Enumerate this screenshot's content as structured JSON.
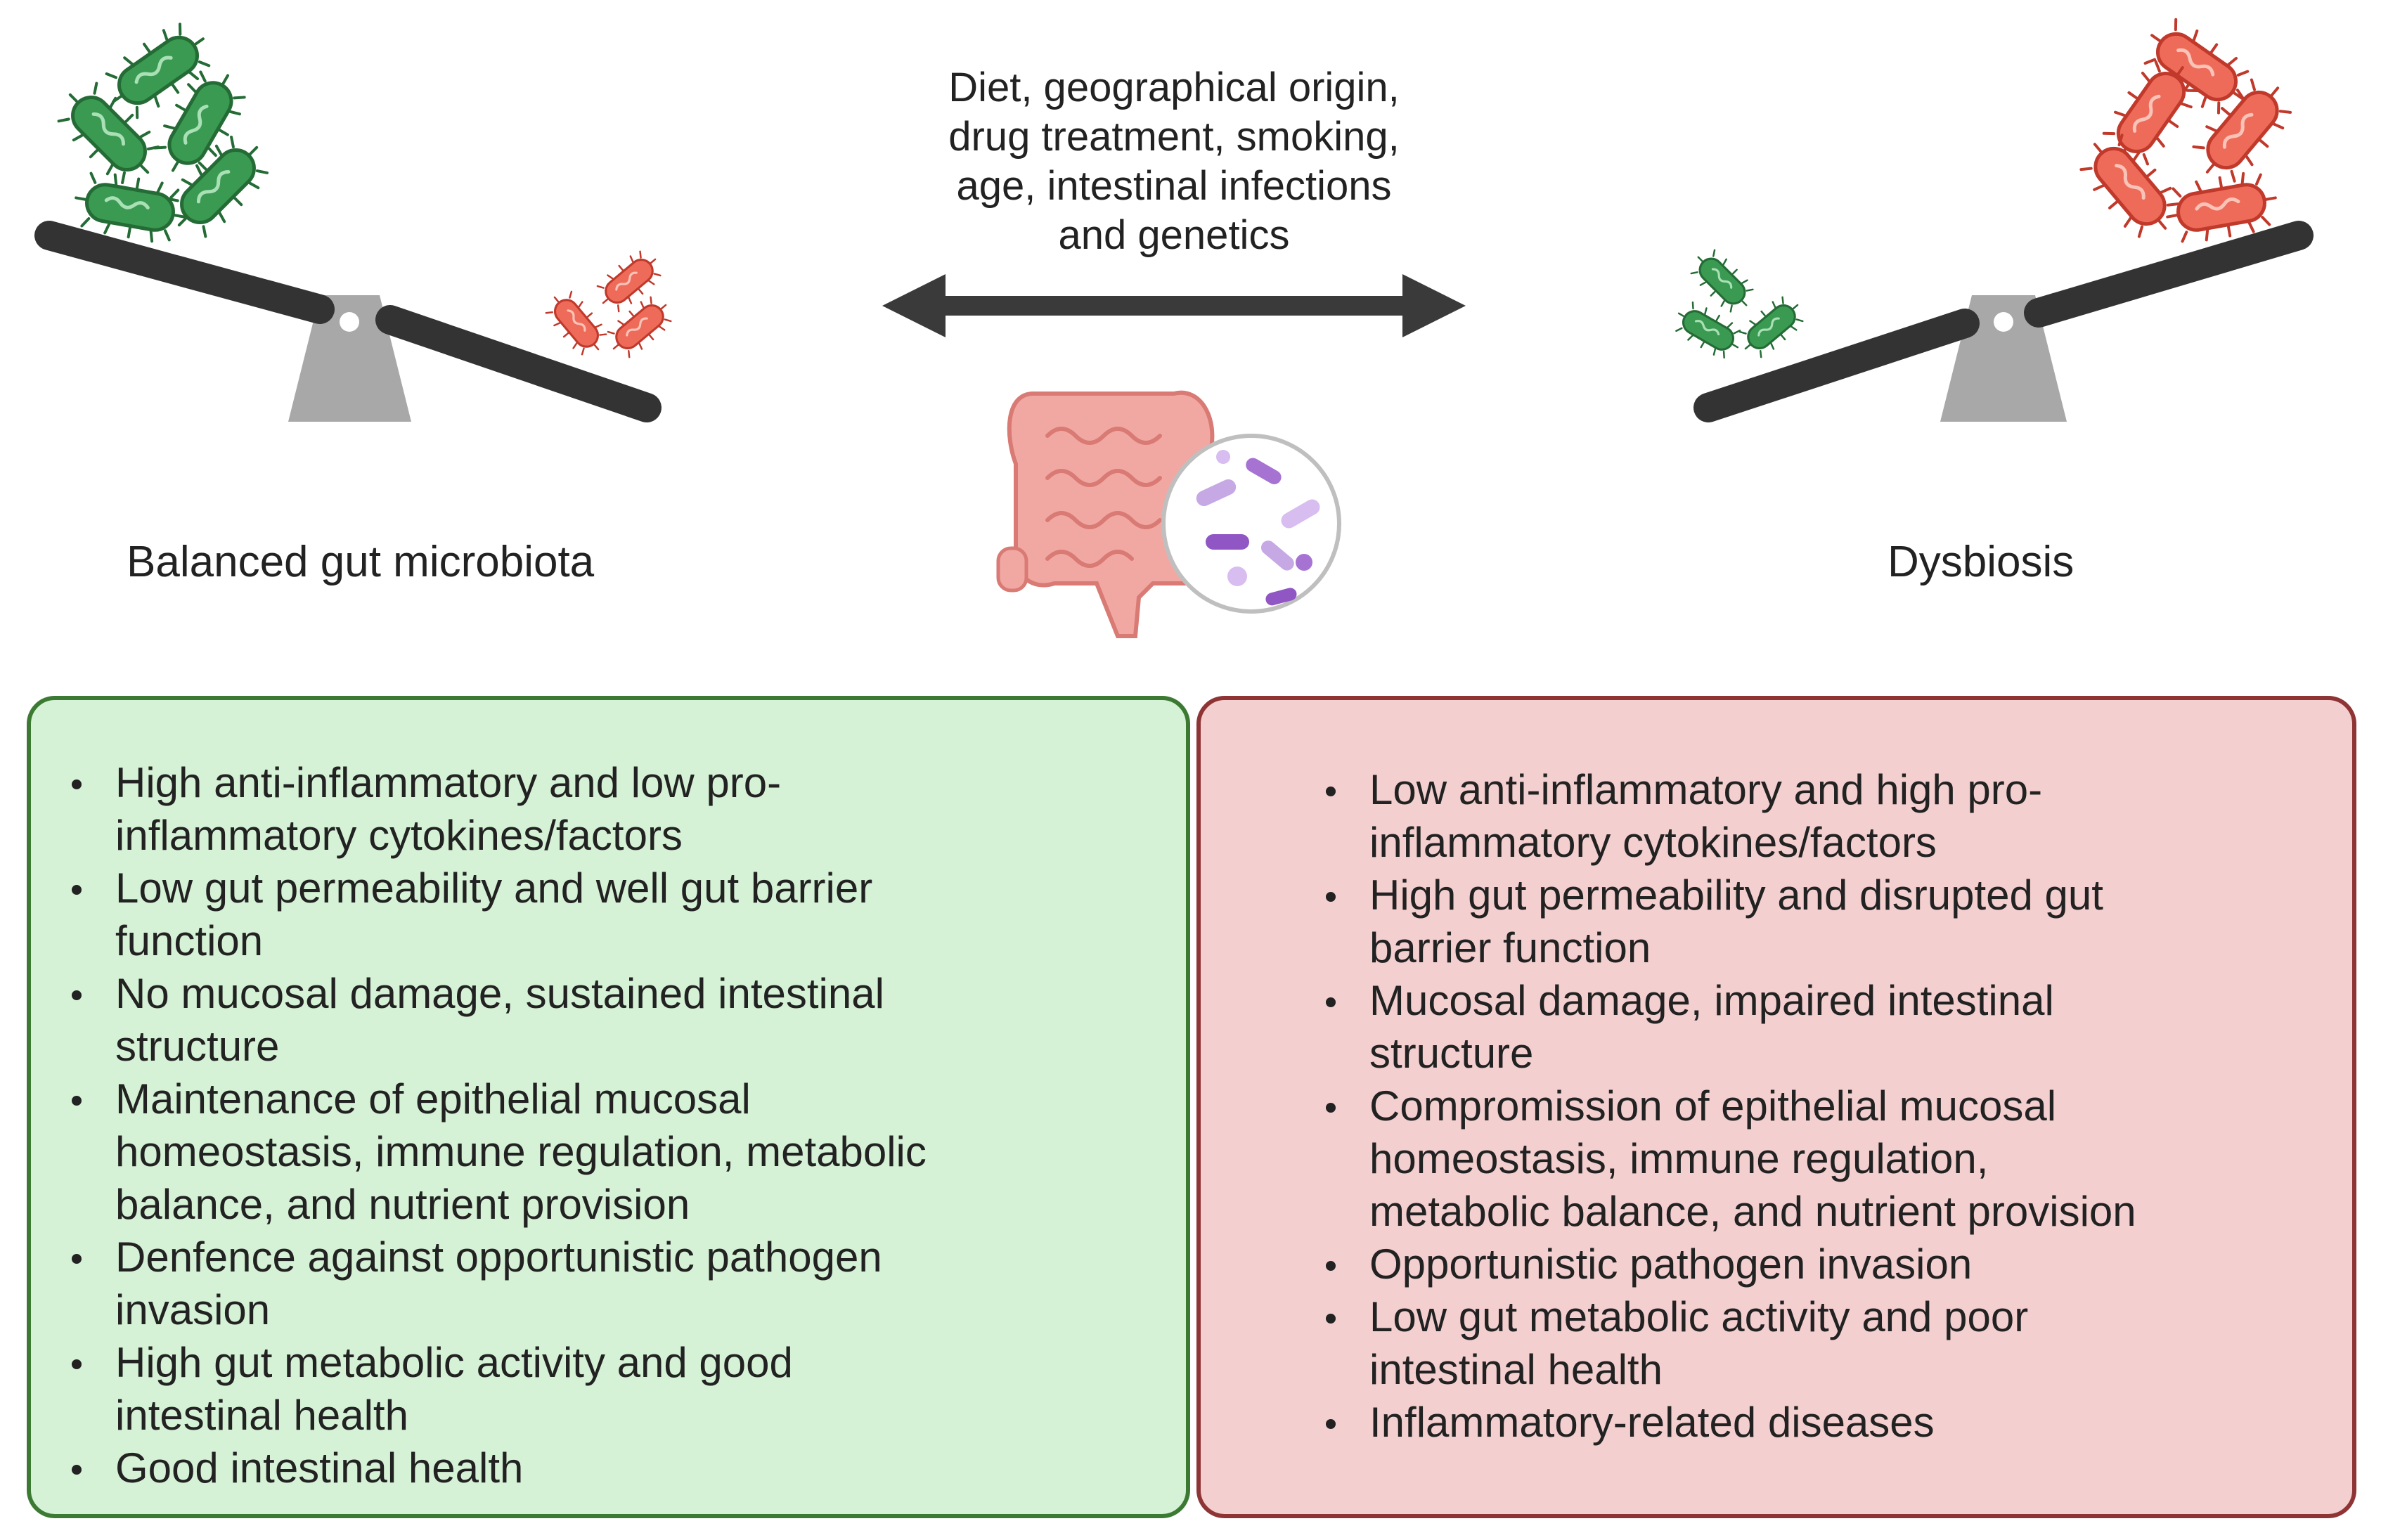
{
  "factors": {
    "lines": [
      "Diet, geographical origin,",
      "drug treatment, smoking,",
      "age, intestinal infections",
      "and genetics"
    ]
  },
  "labels": {
    "left": "Balanced gut microbiota",
    "right": "Dysbiosis"
  },
  "colors": {
    "beneficial_bacteria": "#3a9a52",
    "harmful_bacteria": "#ee6b5a",
    "left_panel_bg": "#d6f2d6",
    "left_panel_border": "#3c7a34",
    "right_panel_bg": "#f4cfcf",
    "right_panel_border": "#8e3434",
    "seesaw": "#333333",
    "fulcrum": "#a8a8a8"
  },
  "left_panel": {
    "items": [
      [
        "High anti-inflammatory and low pro-",
        "inflammatory cytokines/factors"
      ],
      [
        "Low gut permeability and well gut barrier",
        "function"
      ],
      [
        "No mucosal damage, sustained intestinal",
        "structure"
      ],
      [
        "Maintenance of epithelial mucosal",
        "homeostasis, immune regulation, metabolic",
        "balance, and nutrient provision"
      ],
      [
        "Denfence against opportunistic pathogen",
        "invasion"
      ],
      [
        "High gut metabolic activity and good",
        "intestinal health"
      ],
      [
        "Good intestinal health"
      ]
    ]
  },
  "right_panel": {
    "items": [
      [
        "Low anti-inflammatory and high pro-",
        "inflammatory cytokines/factors"
      ],
      [
        "High gut permeability and disrupted gut",
        "barrier function"
      ],
      [
        "Mucosal damage, impaired intestinal",
        "structure"
      ],
      [
        "Compromission of epithelial mucosal",
        "homeostasis, immune regulation,",
        "metabolic balance, and nutrient provision"
      ],
      [
        "Opportunistic pathogen invasion"
      ],
      [
        "Low gut metabolic activity and poor",
        "intestinal health"
      ],
      [
        "Inflammatory-related diseases"
      ]
    ]
  }
}
